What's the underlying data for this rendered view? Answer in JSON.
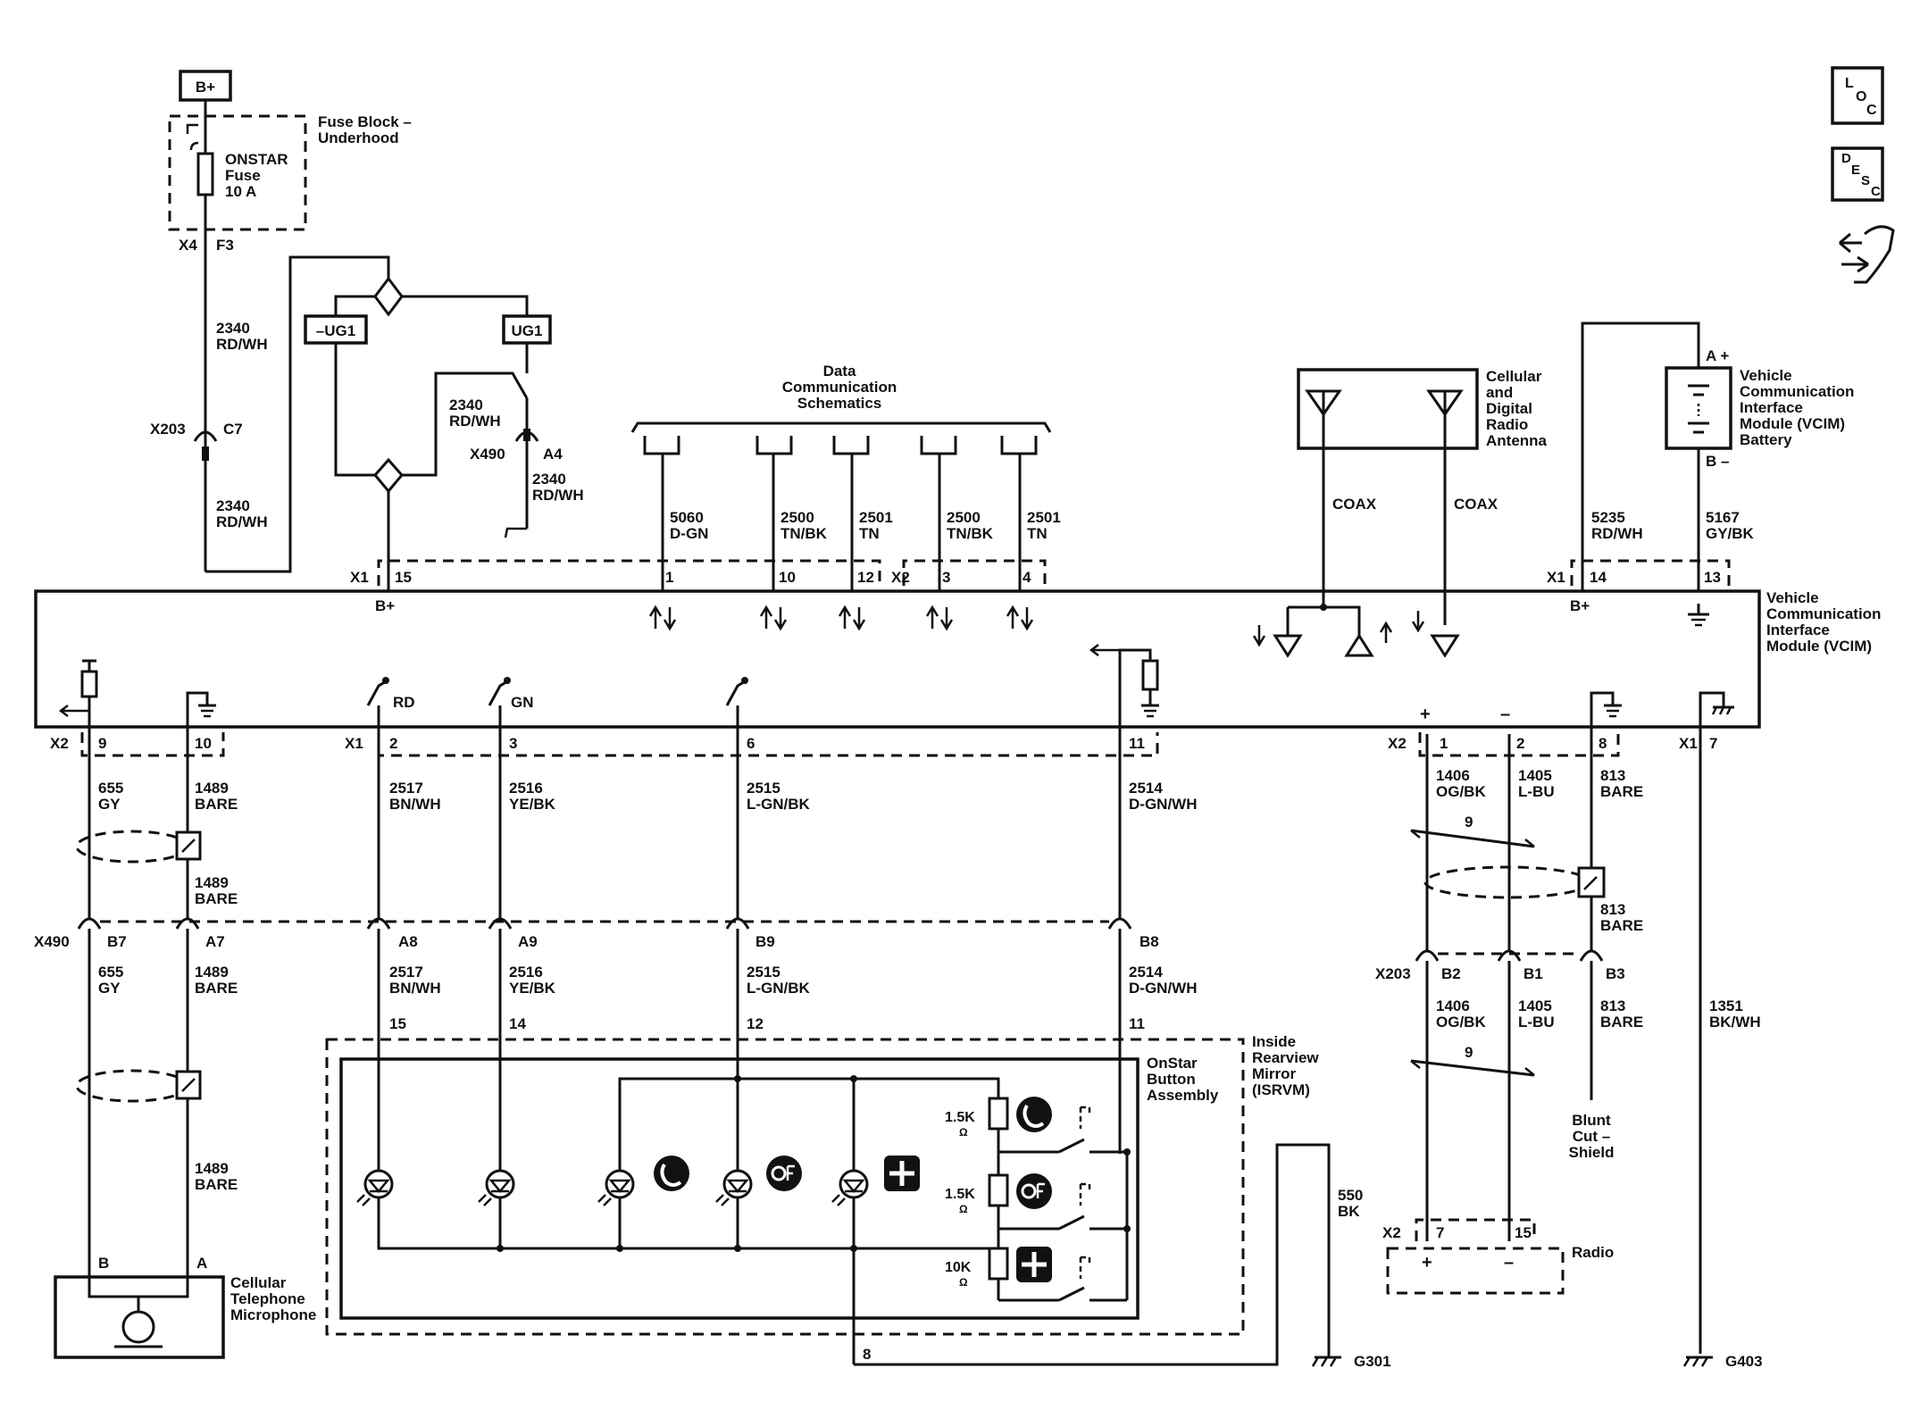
{
  "nav_icons": [
    {
      "name": "loc",
      "letters": [
        "L",
        "O",
        "C"
      ]
    },
    {
      "name": "desc",
      "letters": [
        "D",
        "E",
        "S",
        "C"
      ]
    }
  ],
  "power": {
    "label": "B+"
  },
  "fuse_block": {
    "title_l1": "Fuse Block –",
    "title_l2": "Underhood",
    "fuse_l1": "ONSTAR",
    "fuse_l2": "Fuse",
    "fuse_l3": "10 A",
    "conn_x4": "X4",
    "conn_f3": "F3"
  },
  "wire_2340": {
    "circuit": "2340",
    "color": "RD/WH"
  },
  "x203_top": {
    "conn": "X203",
    "pin": "C7"
  },
  "x490_top": {
    "conn": "X490",
    "pin": "A4"
  },
  "relay_tags": {
    "left": "–UG1",
    "right": "UG1"
  },
  "data_comm": {
    "title_l1": "Data",
    "title_l2": "Communication",
    "title_l3": "Schematics",
    "wires": [
      {
        "circuit": "5060",
        "color": "D-GN",
        "pin": "1"
      },
      {
        "circuit": "2500",
        "color": "TN/BK",
        "pin": "10"
      },
      {
        "circuit": "2501",
        "color": "TN",
        "pin": "12"
      },
      {
        "circuit": "2500",
        "color": "TN/BK",
        "pin": "3"
      },
      {
        "circuit": "2501",
        "color": "TN",
        "pin": "4"
      }
    ]
  },
  "antenna": {
    "title_l1": "Cellular",
    "title_l2": "and",
    "title_l3": "Digital",
    "title_l4": "Radio",
    "title_l5": "Antenna",
    "coax": "COAX"
  },
  "battery": {
    "title_l1": "Vehicle",
    "title_l2": "Communication",
    "title_l3": "Interface",
    "title_l4": "Module (VCIM)",
    "title_l5": "Battery",
    "pos": "A +",
    "neg": "B –",
    "wires": [
      {
        "circuit": "5235",
        "color": "RD/WH",
        "pin": "14"
      },
      {
        "circuit": "5167",
        "color": "GY/BK",
        "pin": "13"
      }
    ]
  },
  "vcim": {
    "title_l1": "Vehicle",
    "title_l2": "Communication",
    "title_l3": "Interface",
    "title_l4": "Module (VCIM)",
    "x1": "X1",
    "x2": "X2",
    "pin15": "15",
    "bplus": "B+",
    "rd": "RD",
    "gn": "GN",
    "plus": "+",
    "minus": "–"
  },
  "bottom_pins": {
    "p9": "9",
    "p10": "10",
    "p2": "2",
    "p3": "3",
    "p6": "6",
    "p11": "11",
    "p1": "1",
    "p2b": "2",
    "p8": "8",
    "p7": "7"
  },
  "wires_lower": {
    "w655": {
      "circuit": "655",
      "color": "GY"
    },
    "w1489": {
      "circuit": "1489",
      "color": "BARE"
    },
    "w2517": {
      "circuit": "2517",
      "color": "BN/WH"
    },
    "w2516": {
      "circuit": "2516",
      "color": "YE/BK"
    },
    "w2515": {
      "circuit": "2515",
      "color": "L-GN/BK"
    },
    "w2514": {
      "circuit": "2514",
      "color": "D-GN/WH"
    },
    "w1406": {
      "circuit": "1406",
      "color": "OG/BK"
    },
    "w1405": {
      "circuit": "1405",
      "color": "L-BU"
    },
    "w813": {
      "circuit": "813",
      "color": "BARE"
    },
    "w1351": {
      "circuit": "1351",
      "color": "BK/WH"
    },
    "w550": {
      "circuit": "550",
      "color": "BK"
    },
    "twist": "9"
  },
  "x490_row": {
    "conn": "X490",
    "pins": [
      "B7",
      "A7",
      "A8",
      "A9",
      "B9",
      "B8"
    ]
  },
  "x203_row": {
    "conn": "X203",
    "pins": [
      "B2",
      "B1",
      "B3"
    ]
  },
  "isrvm": {
    "title_l1": "Inside",
    "title_l2": "Rearview",
    "title_l3": "Mirror",
    "title_l4": "(ISRVM)",
    "pins": [
      "15",
      "14",
      "12",
      "11"
    ],
    "pin8": "8"
  },
  "button_assembly": {
    "title_l1": "OnStar",
    "title_l2": "Button",
    "title_l3": "Assembly",
    "resistors": [
      "1.5K",
      "1.5K",
      "10K"
    ],
    "ohm": "Ω"
  },
  "microphone": {
    "title_l1": "Cellular",
    "title_l2": "Telephone",
    "title_l3": "Microphone",
    "pin_b": "B",
    "pin_a": "A"
  },
  "radio": {
    "title": "Radio",
    "conn": "X2",
    "pin7": "7",
    "pin15": "15",
    "plus": "+",
    "minus": "–"
  },
  "blunt_cut": {
    "l1": "Blunt",
    "l2": "Cut –",
    "l3": "Shield"
  },
  "grounds": {
    "g301": "G301",
    "g403": "G403"
  }
}
